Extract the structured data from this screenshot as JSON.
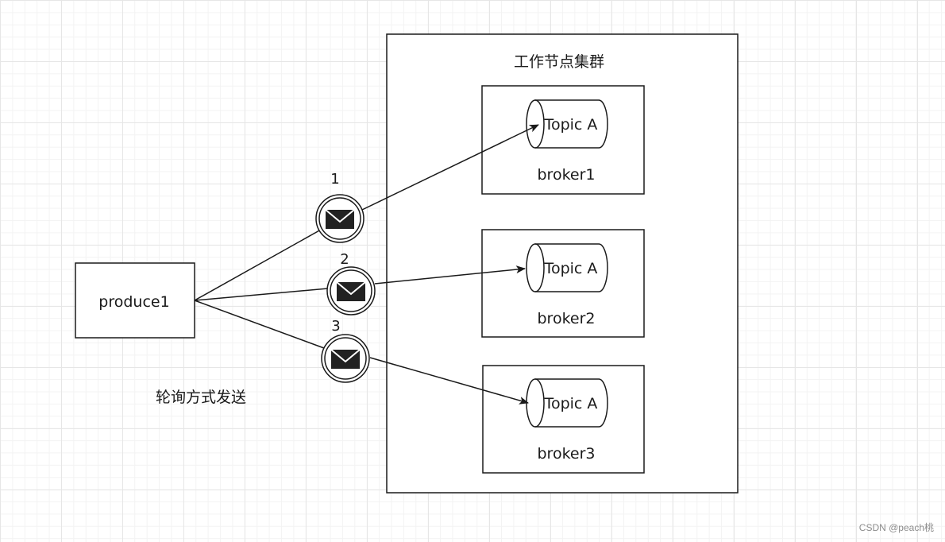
{
  "cluster": {
    "label": "工作节点集群"
  },
  "producer": {
    "label": "produce1"
  },
  "caption": "轮询方式发送",
  "brokers": [
    {
      "topic": "Topic A",
      "label": "broker1"
    },
    {
      "topic": "Topic A",
      "label": "broker2"
    },
    {
      "topic": "Topic A",
      "label": "broker3"
    }
  ],
  "messages": [
    {
      "label": "1"
    },
    {
      "label": "2"
    },
    {
      "label": "3"
    }
  ],
  "watermark": "CSDN @peach桃",
  "colors": {
    "stroke": "#1a1a1a",
    "envelope": "#222222"
  }
}
